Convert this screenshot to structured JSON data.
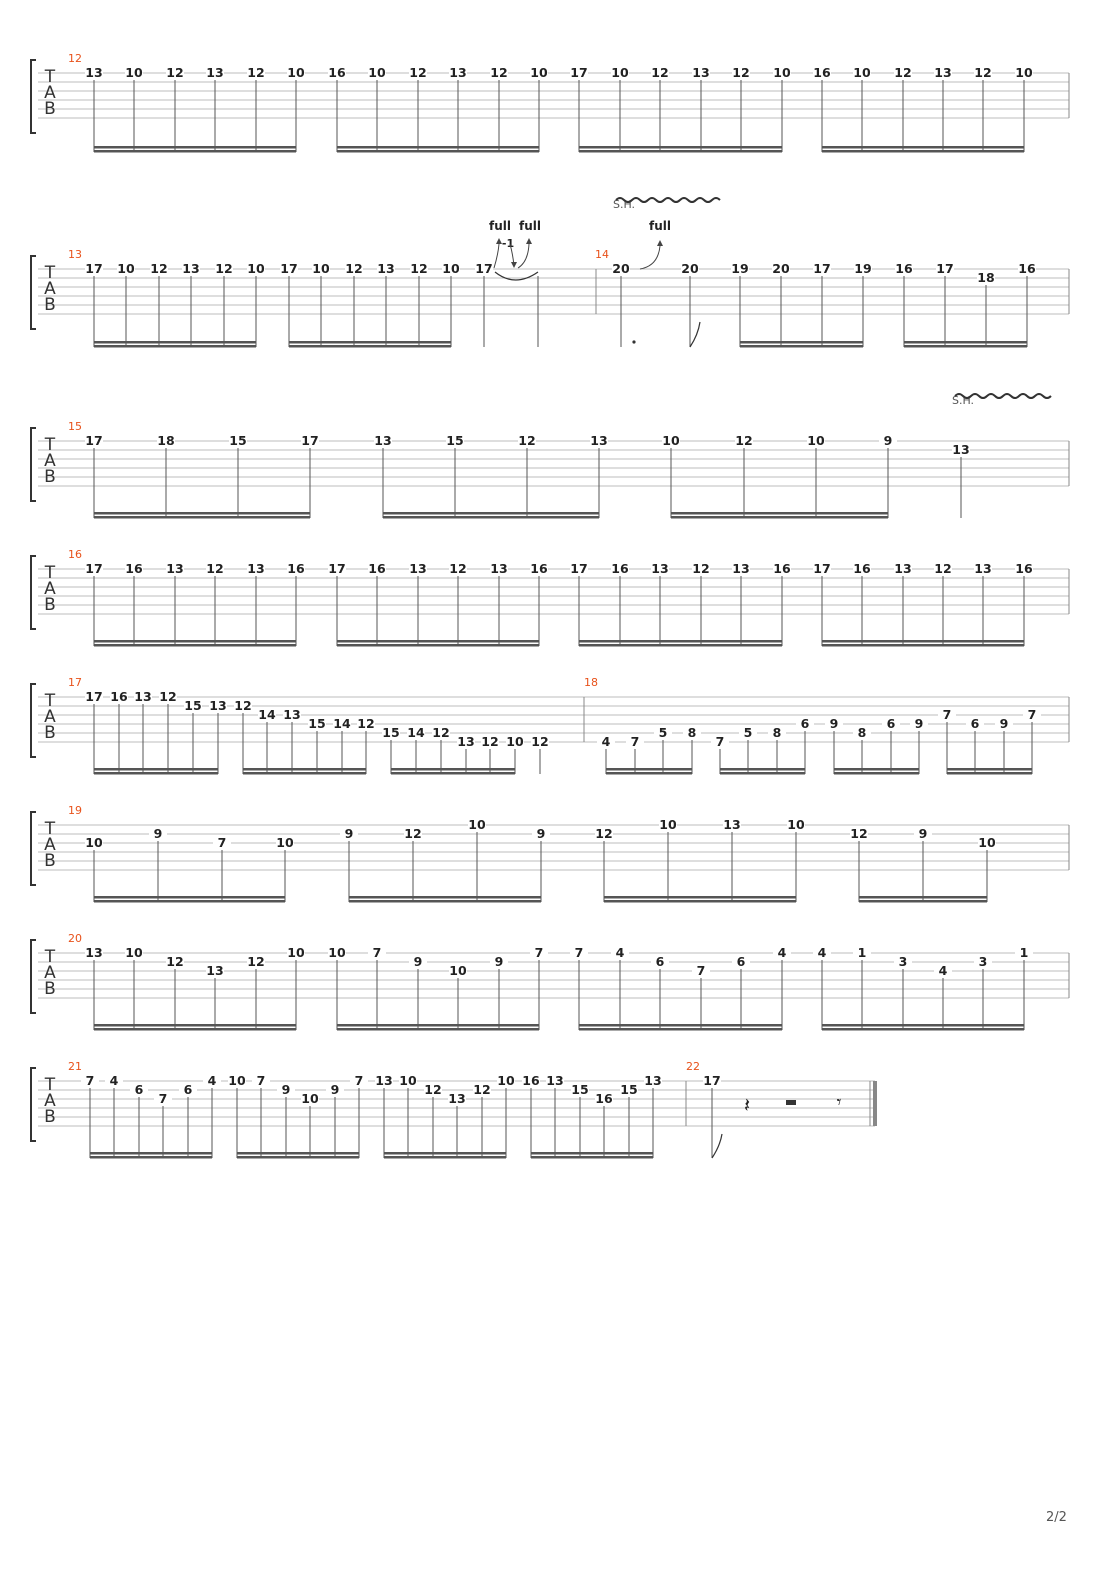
{
  "page_number": "2/2",
  "annotations": {
    "full": "full",
    "bend_release": "-1",
    "sh": "S.H."
  },
  "systems": [
    {
      "bar": "12",
      "notes": [
        {
          "fret": "13",
          "s": 1
        },
        {
          "fret": "10",
          "s": 1
        },
        {
          "fret": "12",
          "s": 1
        },
        {
          "fret": "13",
          "s": 1
        },
        {
          "fret": "12",
          "s": 1
        },
        {
          "fret": "10",
          "s": 1
        },
        {
          "fret": "16",
          "s": 1
        },
        {
          "fret": "10",
          "s": 1
        },
        {
          "fret": "12",
          "s": 1
        },
        {
          "fret": "13",
          "s": 1
        },
        {
          "fret": "12",
          "s": 1
        },
        {
          "fret": "10",
          "s": 1
        },
        {
          "fret": "17",
          "s": 1
        },
        {
          "fret": "10",
          "s": 1
        },
        {
          "fret": "12",
          "s": 1
        },
        {
          "fret": "13",
          "s": 1
        },
        {
          "fret": "12",
          "s": 1
        },
        {
          "fret": "10",
          "s": 1
        },
        {
          "fret": "16",
          "s": 1
        },
        {
          "fret": "10",
          "s": 1
        },
        {
          "fret": "12",
          "s": 1
        },
        {
          "fret": "13",
          "s": 1
        },
        {
          "fret": "12",
          "s": 1
        },
        {
          "fret": "10",
          "s": 1
        }
      ]
    },
    {
      "bar": "13",
      "bar2": "14",
      "notes": [
        {
          "fret": "17",
          "s": 1
        },
        {
          "fret": "10",
          "s": 1
        },
        {
          "fret": "12",
          "s": 1
        },
        {
          "fret": "13",
          "s": 1
        },
        {
          "fret": "12",
          "s": 1
        },
        {
          "fret": "10",
          "s": 1
        },
        {
          "fret": "17",
          "s": 1
        },
        {
          "fret": "10",
          "s": 1
        },
        {
          "fret": "12",
          "s": 1
        },
        {
          "fret": "13",
          "s": 1
        },
        {
          "fret": "12",
          "s": 1
        },
        {
          "fret": "10",
          "s": 1
        },
        {
          "fret": "17",
          "s": 1
        },
        {
          "fret": "20",
          "s": 1
        },
        {
          "fret": "20",
          "s": 1
        },
        {
          "fret": "19",
          "s": 1
        },
        {
          "fret": "20",
          "s": 1
        },
        {
          "fret": "17",
          "s": 1
        },
        {
          "fret": "19",
          "s": 1
        },
        {
          "fret": "16",
          "s": 1
        },
        {
          "fret": "17",
          "s": 1
        },
        {
          "fret": "18",
          "s": 2
        },
        {
          "fret": "16",
          "s": 1
        }
      ]
    },
    {
      "bar": "15",
      "notes": [
        {
          "fret": "17",
          "s": 1
        },
        {
          "fret": "18",
          "s": 1
        },
        {
          "fret": "15",
          "s": 1
        },
        {
          "fret": "17",
          "s": 1
        },
        {
          "fret": "13",
          "s": 1
        },
        {
          "fret": "15",
          "s": 1
        },
        {
          "fret": "12",
          "s": 1
        },
        {
          "fret": "13",
          "s": 1
        },
        {
          "fret": "10",
          "s": 1
        },
        {
          "fret": "12",
          "s": 1
        },
        {
          "fret": "10",
          "s": 1
        },
        {
          "fret": "9",
          "s": 1
        },
        {
          "fret": "13",
          "s": 2
        }
      ]
    },
    {
      "bar": "16",
      "notes": [
        {
          "fret": "17",
          "s": 1
        },
        {
          "fret": "16",
          "s": 1
        },
        {
          "fret": "13",
          "s": 1
        },
        {
          "fret": "12",
          "s": 1
        },
        {
          "fret": "13",
          "s": 1
        },
        {
          "fret": "16",
          "s": 1
        },
        {
          "fret": "17",
          "s": 1
        },
        {
          "fret": "16",
          "s": 1
        },
        {
          "fret": "13",
          "s": 1
        },
        {
          "fret": "12",
          "s": 1
        },
        {
          "fret": "13",
          "s": 1
        },
        {
          "fret": "16",
          "s": 1
        },
        {
          "fret": "17",
          "s": 1
        },
        {
          "fret": "16",
          "s": 1
        },
        {
          "fret": "13",
          "s": 1
        },
        {
          "fret": "12",
          "s": 1
        },
        {
          "fret": "13",
          "s": 1
        },
        {
          "fret": "16",
          "s": 1
        },
        {
          "fret": "17",
          "s": 1
        },
        {
          "fret": "16",
          "s": 1
        },
        {
          "fret": "13",
          "s": 1
        },
        {
          "fret": "12",
          "s": 1
        },
        {
          "fret": "13",
          "s": 1
        },
        {
          "fret": "16",
          "s": 1
        }
      ]
    },
    {
      "bar": "17",
      "bar2": "18",
      "notes": [
        {
          "fret": "17",
          "s": 1
        },
        {
          "fret": "16",
          "s": 1
        },
        {
          "fret": "13",
          "s": 1
        },
        {
          "fret": "12",
          "s": 1
        },
        {
          "fret": "15",
          "s": 2
        },
        {
          "fret": "13",
          "s": 2
        },
        {
          "fret": "12",
          "s": 2
        },
        {
          "fret": "14",
          "s": 3
        },
        {
          "fret": "13",
          "s": 3
        },
        {
          "fret": "15",
          "s": 4
        },
        {
          "fret": "14",
          "s": 4
        },
        {
          "fret": "12",
          "s": 4
        },
        {
          "fret": "15",
          "s": 5
        },
        {
          "fret": "14",
          "s": 5
        },
        {
          "fret": "12",
          "s": 5
        },
        {
          "fret": "13",
          "s": 6
        },
        {
          "fret": "12",
          "s": 6
        },
        {
          "fret": "10",
          "s": 6
        },
        {
          "fret": "12",
          "s": 6
        },
        {
          "fret": "4",
          "s": 6
        },
        {
          "fret": "7",
          "s": 6
        },
        {
          "fret": "5",
          "s": 5
        },
        {
          "fret": "8",
          "s": 5
        },
        {
          "fret": "7",
          "s": 6
        },
        {
          "fret": "5",
          "s": 5
        },
        {
          "fret": "8",
          "s": 5
        },
        {
          "fret": "6",
          "s": 4
        },
        {
          "fret": "9",
          "s": 4
        },
        {
          "fret": "8",
          "s": 5
        },
        {
          "fret": "6",
          "s": 4
        },
        {
          "fret": "9",
          "s": 4
        },
        {
          "fret": "7",
          "s": 3
        },
        {
          "fret": "6",
          "s": 4
        },
        {
          "fret": "9",
          "s": 4
        },
        {
          "fret": "7",
          "s": 3
        }
      ]
    },
    {
      "bar": "19",
      "notes": [
        {
          "fret": "10",
          "s": 3
        },
        {
          "fret": "9",
          "s": 2
        },
        {
          "fret": "7",
          "s": 3
        },
        {
          "fret": "10",
          "s": 3
        },
        {
          "fret": "9",
          "s": 2
        },
        {
          "fret": "12",
          "s": 2
        },
        {
          "fret": "10",
          "s": 1
        },
        {
          "fret": "9",
          "s": 2
        },
        {
          "fret": "12",
          "s": 2
        },
        {
          "fret": "10",
          "s": 1
        },
        {
          "fret": "13",
          "s": 1
        },
        {
          "fret": "10",
          "s": 1
        },
        {
          "fret": "12",
          "s": 2
        },
        {
          "fret": "9",
          "s": 2
        },
        {
          "fret": "10",
          "s": 3
        }
      ]
    },
    {
      "bar": "20",
      "notes": [
        {
          "fret": "13",
          "s": 1
        },
        {
          "fret": "10",
          "s": 1
        },
        {
          "fret": "12",
          "s": 2
        },
        {
          "fret": "13",
          "s": 3
        },
        {
          "fret": "12",
          "s": 2
        },
        {
          "fret": "10",
          "s": 1
        },
        {
          "fret": "10",
          "s": 1
        },
        {
          "fret": "7",
          "s": 1
        },
        {
          "fret": "9",
          "s": 2
        },
        {
          "fret": "10",
          "s": 3
        },
        {
          "fret": "9",
          "s": 2
        },
        {
          "fret": "7",
          "s": 1
        },
        {
          "fret": "7",
          "s": 1
        },
        {
          "fret": "4",
          "s": 1
        },
        {
          "fret": "6",
          "s": 2
        },
        {
          "fret": "7",
          "s": 3
        },
        {
          "fret": "6",
          "s": 2
        },
        {
          "fret": "4",
          "s": 1
        },
        {
          "fret": "4",
          "s": 1
        },
        {
          "fret": "1",
          "s": 1
        },
        {
          "fret": "3",
          "s": 2
        },
        {
          "fret": "4",
          "s": 3
        },
        {
          "fret": "3",
          "s": 2
        },
        {
          "fret": "1",
          "s": 1
        }
      ]
    },
    {
      "bar": "21",
      "bar2": "22",
      "notes": [
        {
          "fret": "7",
          "s": 1
        },
        {
          "fret": "4",
          "s": 1
        },
        {
          "fret": "6",
          "s": 2
        },
        {
          "fret": "7",
          "s": 3
        },
        {
          "fret": "6",
          "s": 2
        },
        {
          "fret": "4",
          "s": 1
        },
        {
          "fret": "10",
          "s": 1
        },
        {
          "fret": "7",
          "s": 1
        },
        {
          "fret": "9",
          "s": 2
        },
        {
          "fret": "10",
          "s": 3
        },
        {
          "fret": "9",
          "s": 2
        },
        {
          "fret": "7",
          "s": 1
        },
        {
          "fret": "13",
          "s": 1
        },
        {
          "fret": "10",
          "s": 1
        },
        {
          "fret": "12",
          "s": 2
        },
        {
          "fret": "13",
          "s": 3
        },
        {
          "fret": "12",
          "s": 2
        },
        {
          "fret": "10",
          "s": 1
        },
        {
          "fret": "16",
          "s": 1
        },
        {
          "fret": "13",
          "s": 1
        },
        {
          "fret": "15",
          "s": 2
        },
        {
          "fret": "16",
          "s": 3
        },
        {
          "fret": "15",
          "s": 2
        },
        {
          "fret": "13",
          "s": 1
        },
        {
          "fret": "17",
          "s": 1
        }
      ]
    }
  ]
}
